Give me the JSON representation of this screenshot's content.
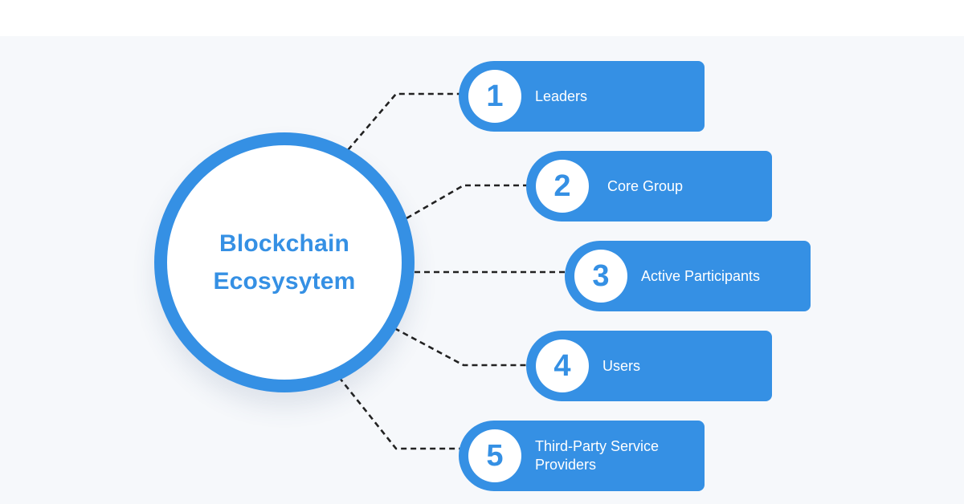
{
  "diagram": {
    "hub": {
      "line1": "Blockchain",
      "line2": "Ecosysytem"
    },
    "nodes": [
      {
        "number": "1",
        "label": "Leaders"
      },
      {
        "number": "2",
        "label": "Core Group"
      },
      {
        "number": "3",
        "label": "Active Participants"
      },
      {
        "number": "4",
        "label": "Users"
      },
      {
        "number": "5",
        "label": "Third-Party Service Providers"
      }
    ],
    "colors": {
      "accent": "#3590e4",
      "background": "#f6f8fb",
      "connector": "#222222",
      "node_text": "#ffffff"
    }
  }
}
